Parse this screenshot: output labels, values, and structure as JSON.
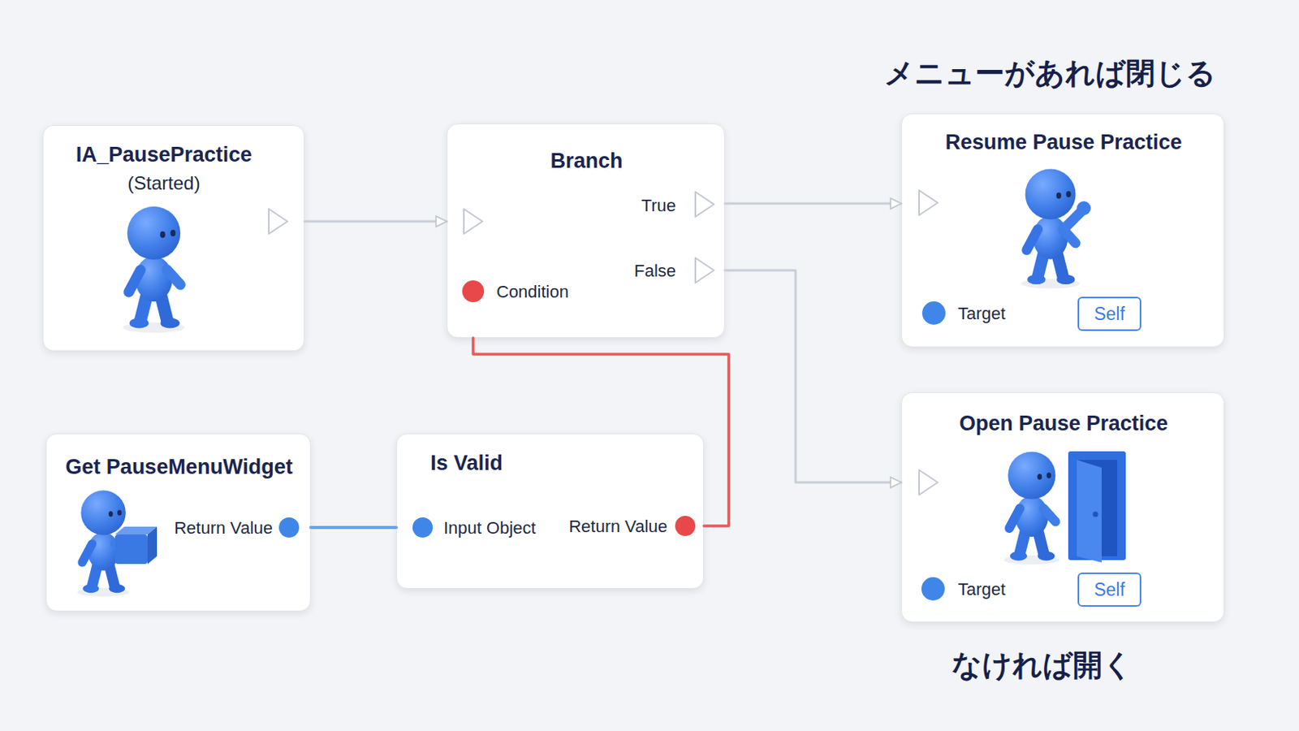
{
  "diagram": {
    "nodes": [
      {
        "text": [
          "IA_PausePractice",
          "(Started)"
        ]
      },
      {
        "text": [
          "Branch",
          "True",
          "False",
          "Condition"
        ]
      },
      {
        "text": [
          "Resume Pause Practice",
          "Target",
          "Self"
        ]
      },
      {
        "text": [
          "Get PauseMenuWidget",
          "Return Value"
        ]
      },
      {
        "text": [
          "Is Valid",
          "Input Object",
          "Return Value"
        ]
      },
      {
        "text": [
          "Open Pause Practice",
          "Target",
          "Self"
        ]
      }
    ],
    "edges": [
      {
        "from": 0,
        "to": 1,
        "arrow": "to"
      },
      {
        "from": 1,
        "to": 2,
        "arrow": "to"
      },
      {
        "from": 1,
        "to": 5,
        "arrow": "to"
      },
      {
        "from": 3,
        "to": 4,
        "arrow": "none"
      },
      {
        "from": 4,
        "to": 1,
        "arrow": "none"
      }
    ],
    "labels": [
      "メニューがあれば閉じる",
      "なければ開く"
    ]
  }
}
